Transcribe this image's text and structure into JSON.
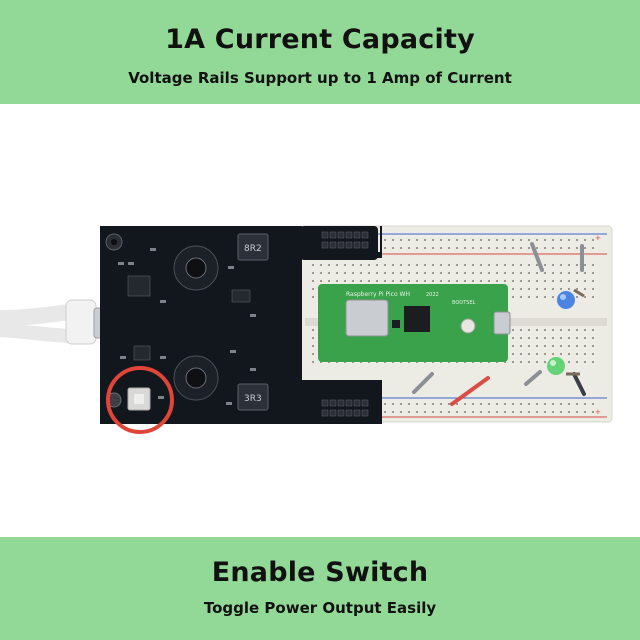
{
  "top_banner": {
    "title": "1A Current Capacity",
    "subtitle": "Voltage Rails Support up to 1 Amp of Current"
  },
  "bottom_banner": {
    "title": "Enable Switch",
    "subtitle": "Toggle Power Output Easily"
  },
  "photo": {
    "board_text": [
      "Raspberry Pi Pico WH",
      "BOOTSEL",
      "2022",
      "8R2",
      "3R3"
    ],
    "colors": {
      "banner": "#92d997",
      "pcb": "#12161d",
      "breadboard": "#eceae3",
      "pico": "#39a24b",
      "highlight_circle": "#e0453a",
      "led_blue": "#3b7ae0",
      "led_green": "#58d06a"
    }
  }
}
